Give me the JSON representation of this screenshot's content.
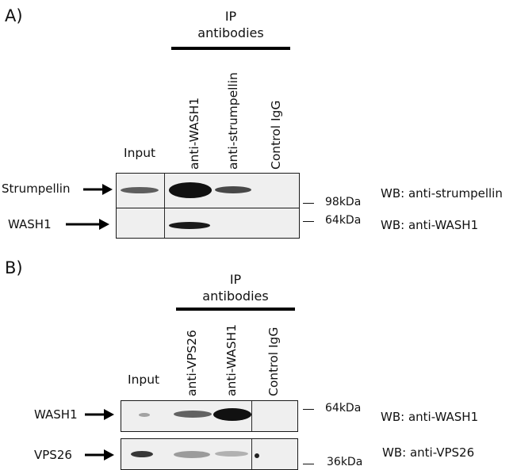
{
  "panel_a": {
    "label": "A)",
    "ip_header_line1": "IP",
    "ip_header_line2": "antibodies",
    "lanes": [
      "anti-WASH1",
      "anti-strumpellin",
      "Control IgG"
    ],
    "input_label": "Input",
    "rows": [
      {
        "name": "Strumpellin",
        "wb": "WB: anti-strumpellin",
        "mw": "98kDa"
      },
      {
        "name": "WASH1",
        "wb": "WB: anti-WASH1",
        "mw": "64kDa"
      }
    ]
  },
  "panel_b": {
    "label": "B)",
    "ip_header_line1": "IP",
    "ip_header_line2": "antibodies",
    "lanes": [
      "anti-VPS26",
      "anti-WASH1",
      "Control IgG"
    ],
    "input_label": "Input",
    "rows": [
      {
        "name": "WASH1",
        "wb": "WB: anti-WASH1",
        "mw": "64kDa"
      },
      {
        "name": "VPS26",
        "wb": "WB: anti-VPS26",
        "mw": "36kDa"
      }
    ]
  },
  "colors": {
    "band_dark": "#111111",
    "blot_background": "#efefef",
    "rule": "#000000"
  }
}
